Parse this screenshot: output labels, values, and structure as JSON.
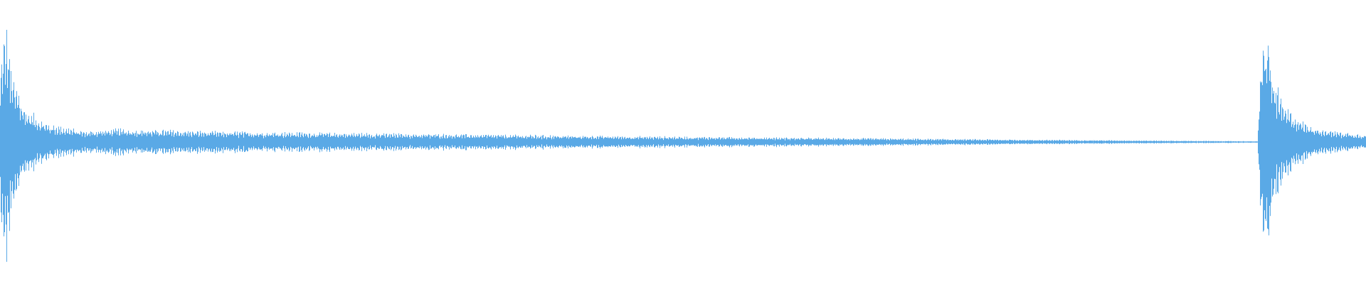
{
  "waveform": {
    "color": "#5aa9e6",
    "background": "#ffffff",
    "envelope": [
      {
        "t": 0.0,
        "amp": 0.6
      },
      {
        "t": 0.004,
        "amp": 1.0
      },
      {
        "t": 0.009,
        "amp": 0.55
      },
      {
        "t": 0.018,
        "amp": 0.28
      },
      {
        "t": 0.035,
        "amp": 0.15
      },
      {
        "t": 0.062,
        "amp": 0.09
      },
      {
        "t": 0.085,
        "amp": 0.11
      },
      {
        "t": 0.15,
        "amp": 0.09
      },
      {
        "t": 0.3,
        "amp": 0.07
      },
      {
        "t": 0.45,
        "amp": 0.05
      },
      {
        "t": 0.6,
        "amp": 0.035
      },
      {
        "t": 0.75,
        "amp": 0.02
      },
      {
        "t": 0.9,
        "amp": 0.008
      },
      {
        "t": 0.921,
        "amp": 0.006
      },
      {
        "t": 0.924,
        "amp": 0.85
      },
      {
        "t": 0.928,
        "amp": 0.95
      },
      {
        "t": 0.932,
        "amp": 0.55
      },
      {
        "t": 0.94,
        "amp": 0.3
      },
      {
        "t": 0.955,
        "amp": 0.16
      },
      {
        "t": 0.97,
        "amp": 0.1
      },
      {
        "t": 1.0,
        "amp": 0.06
      }
    ]
  }
}
